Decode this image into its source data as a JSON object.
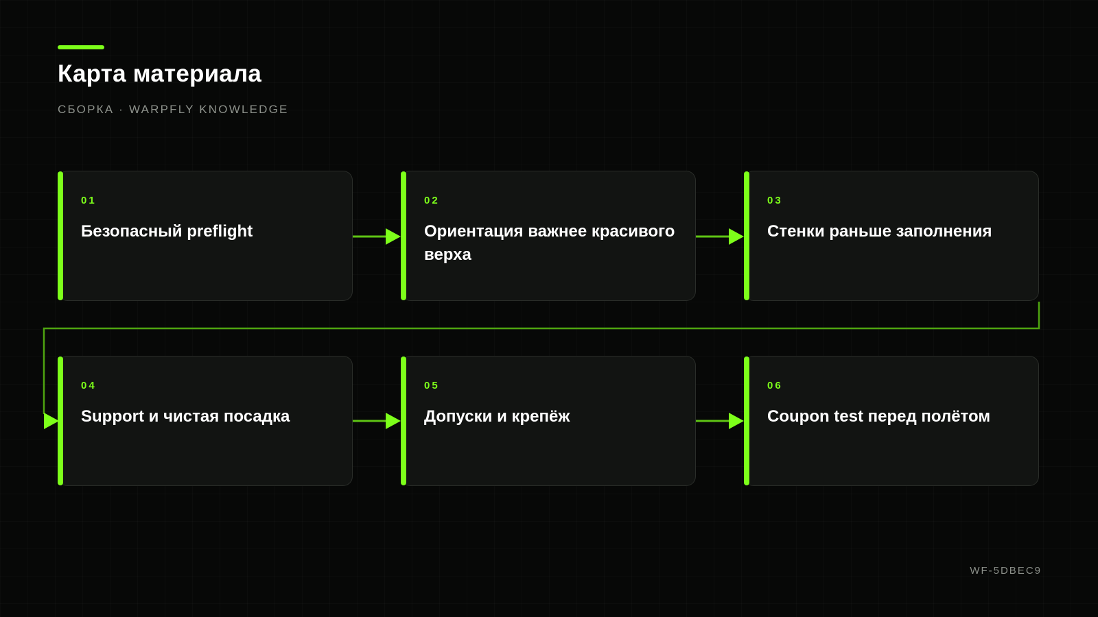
{
  "header": {
    "title": "Карта материала",
    "subtitle": "СБОРКА · WARPFLY KNOWLEDGE"
  },
  "colors": {
    "accent": "#7dff1a",
    "background": "#070807",
    "card": "#121412"
  },
  "steps": [
    {
      "number": "01",
      "title": "Безопасный preflight"
    },
    {
      "number": "02",
      "title": "Ориентация важнее красивого верха"
    },
    {
      "number": "03",
      "title": "Стенки раньше заполнения"
    },
    {
      "number": "04",
      "title": "Support и чистая посадка"
    },
    {
      "number": "05",
      "title": "Допуски и крепёж"
    },
    {
      "number": "06",
      "title": "Coupon test перед полётом"
    }
  ],
  "footer": {
    "code": "WF-5DBEC9"
  }
}
